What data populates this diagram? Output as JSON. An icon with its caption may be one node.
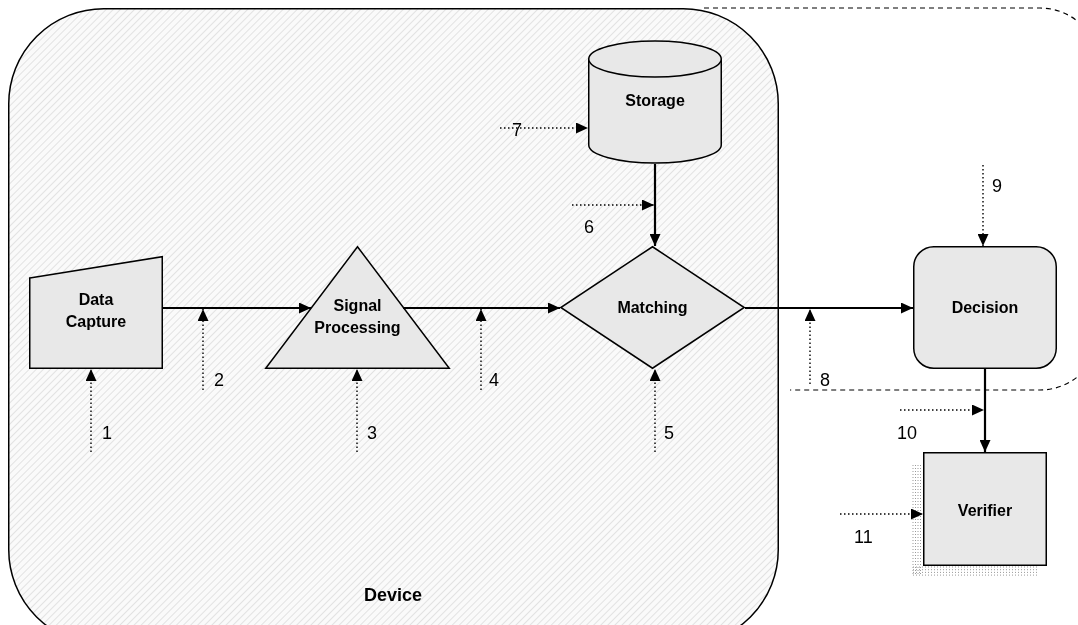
{
  "diagram": {
    "nodes": [
      {
        "text": [
          "Device"
        ]
      },
      {
        "text": [
          "Storage"
        ],
        "in": 0
      },
      {
        "text": [
          "Data Capture"
        ],
        "in": 0
      },
      {
        "text": [
          "Signal Processing"
        ],
        "in": 0
      },
      {
        "text": [
          "Matching"
        ],
        "in": 0
      },
      {
        "text": [
          "Decision"
        ]
      },
      {
        "text": [
          "Verifier"
        ]
      }
    ],
    "edges": [
      {
        "from": 2,
        "to": 3,
        "arrow": "to"
      },
      {
        "from": 3,
        "to": 4,
        "arrow": "to"
      },
      {
        "from": 1,
        "to": 4,
        "arrow": "to"
      },
      {
        "from": 4,
        "to": 5,
        "arrow": "to"
      },
      {
        "from": 5,
        "to": 6,
        "arrow": "to"
      },
      {
        "from": null,
        "to": 2,
        "arrow": "to",
        "style": "dashed"
      },
      {
        "from": null,
        "to": 3,
        "arrow": "to",
        "style": "dashed"
      },
      {
        "from": null,
        "to": 4,
        "arrow": "to",
        "style": "dashed"
      },
      {
        "from": null,
        "to": 1,
        "arrow": "to",
        "style": "dashed"
      },
      {
        "from": null,
        "to": 5,
        "arrow": "to",
        "style": "dashed"
      },
      {
        "from": null,
        "to": 6,
        "arrow": "to",
        "style": "dashed"
      }
    ],
    "labels": [
      "7",
      "9",
      "6",
      "2",
      "4",
      "8",
      "1",
      "3",
      "5",
      "10",
      "11"
    ]
  }
}
